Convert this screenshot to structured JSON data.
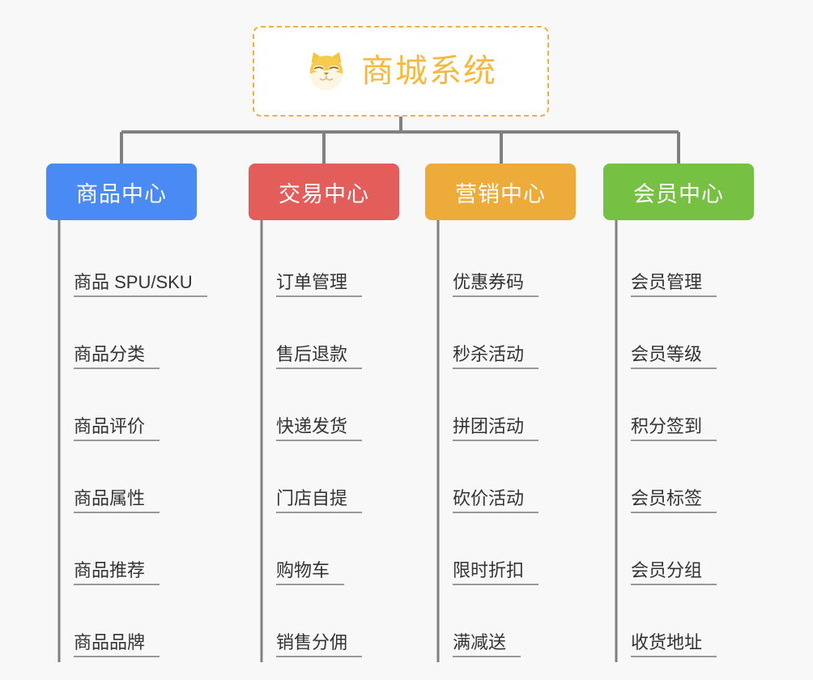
{
  "page": {
    "background_color": "#f8f8f8",
    "line_color": "#808080",
    "leaf_rule_color": "#999999",
    "leaf_text_color": "#333333"
  },
  "root": {
    "title": "商城系统",
    "icon": "shiba-dog-face-icon",
    "text_color": "#f5b841",
    "border_color": "#f0b040",
    "background_color": "#ffffff"
  },
  "columns": [
    {
      "title": "商品中心",
      "color": "#4a8af4",
      "items": [
        "商品 SPU/SKU",
        "商品分类",
        "商品评价",
        "商品属性",
        "商品推荐",
        "商品品牌"
      ]
    },
    {
      "title": "交易中心",
      "color": "#e35d5b",
      "items": [
        "订单管理",
        "售后退款",
        "快递发货",
        "门店自提",
        "购物车",
        "销售分佣"
      ]
    },
    {
      "title": "营销中心",
      "color": "#edab3a",
      "items": [
        "优惠券码",
        "秒杀活动",
        "拼团活动",
        "砍价活动",
        "限时折扣",
        "满减送"
      ]
    },
    {
      "title": "会员中心",
      "color": "#76c044",
      "items": [
        "会员管理",
        "会员等级",
        "积分签到",
        "会员标签",
        "会员分组",
        "收货地址"
      ]
    }
  ]
}
